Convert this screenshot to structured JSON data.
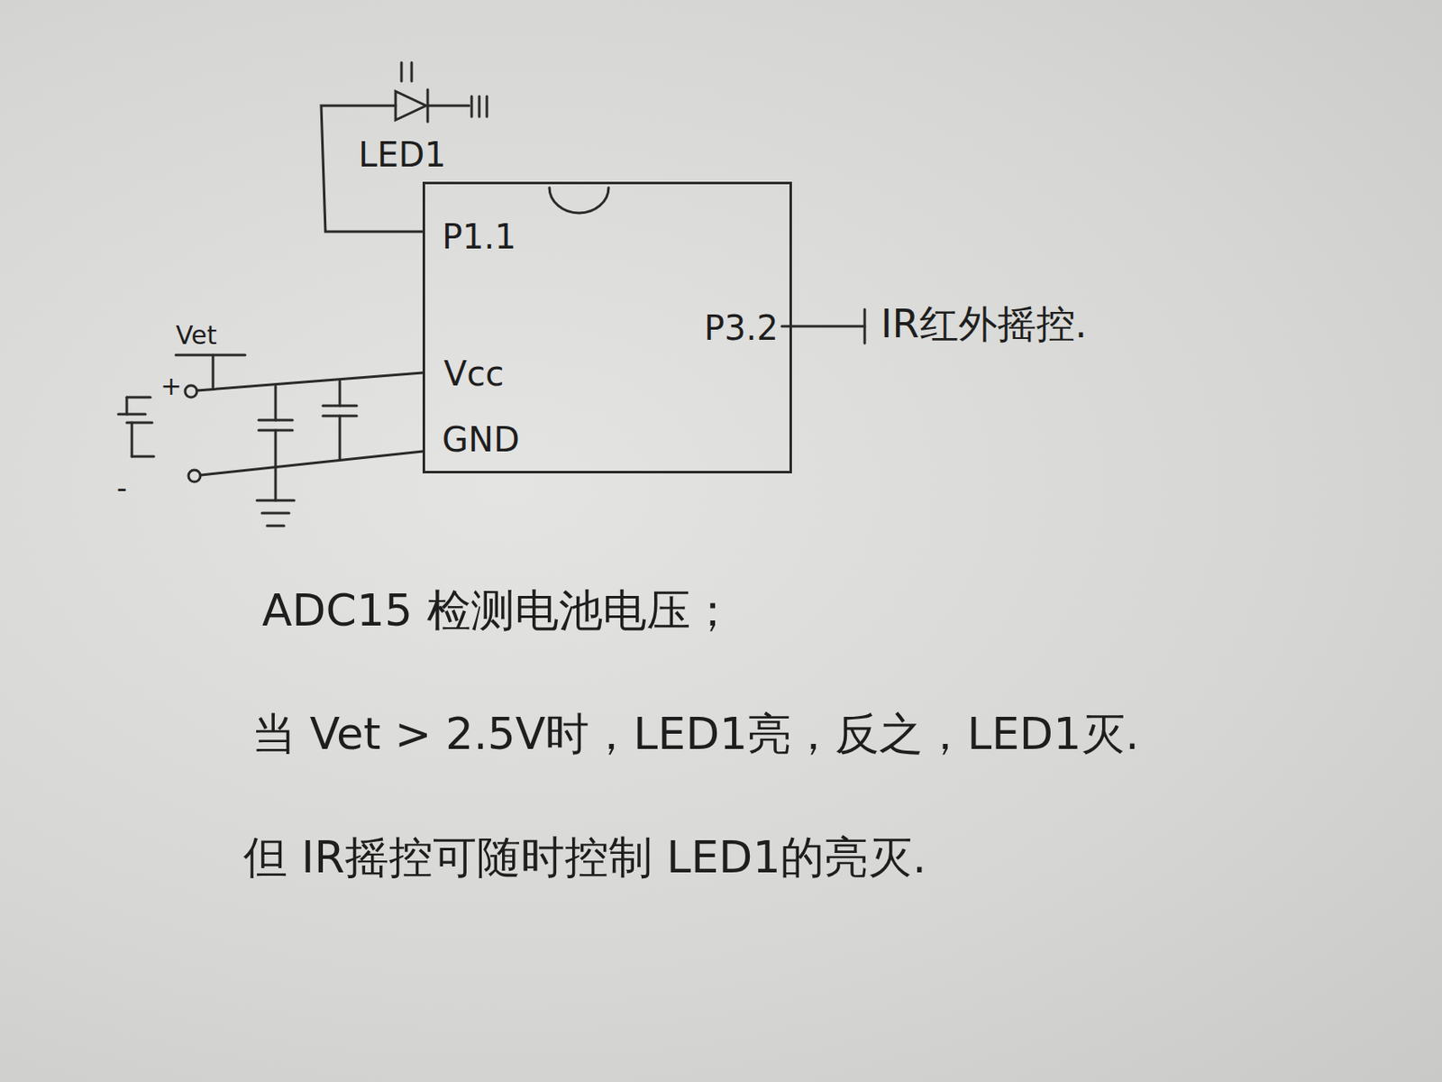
{
  "diagram": {
    "nodes": [
      {
        "text": [
          "P1.1",
          "P3.2",
          "Vcc",
          "GND"
        ]
      }
    ],
    "labels": [
      "LED1",
      "IR红外摇控.",
      "Vet",
      "+",
      "-",
      "ADC15 检测电池电压；",
      "当 Vet > 2.5V时，LED1亮，反之，LED1灭.",
      "但 IR摇控可随时控制 LED1的亮灭."
    ]
  }
}
